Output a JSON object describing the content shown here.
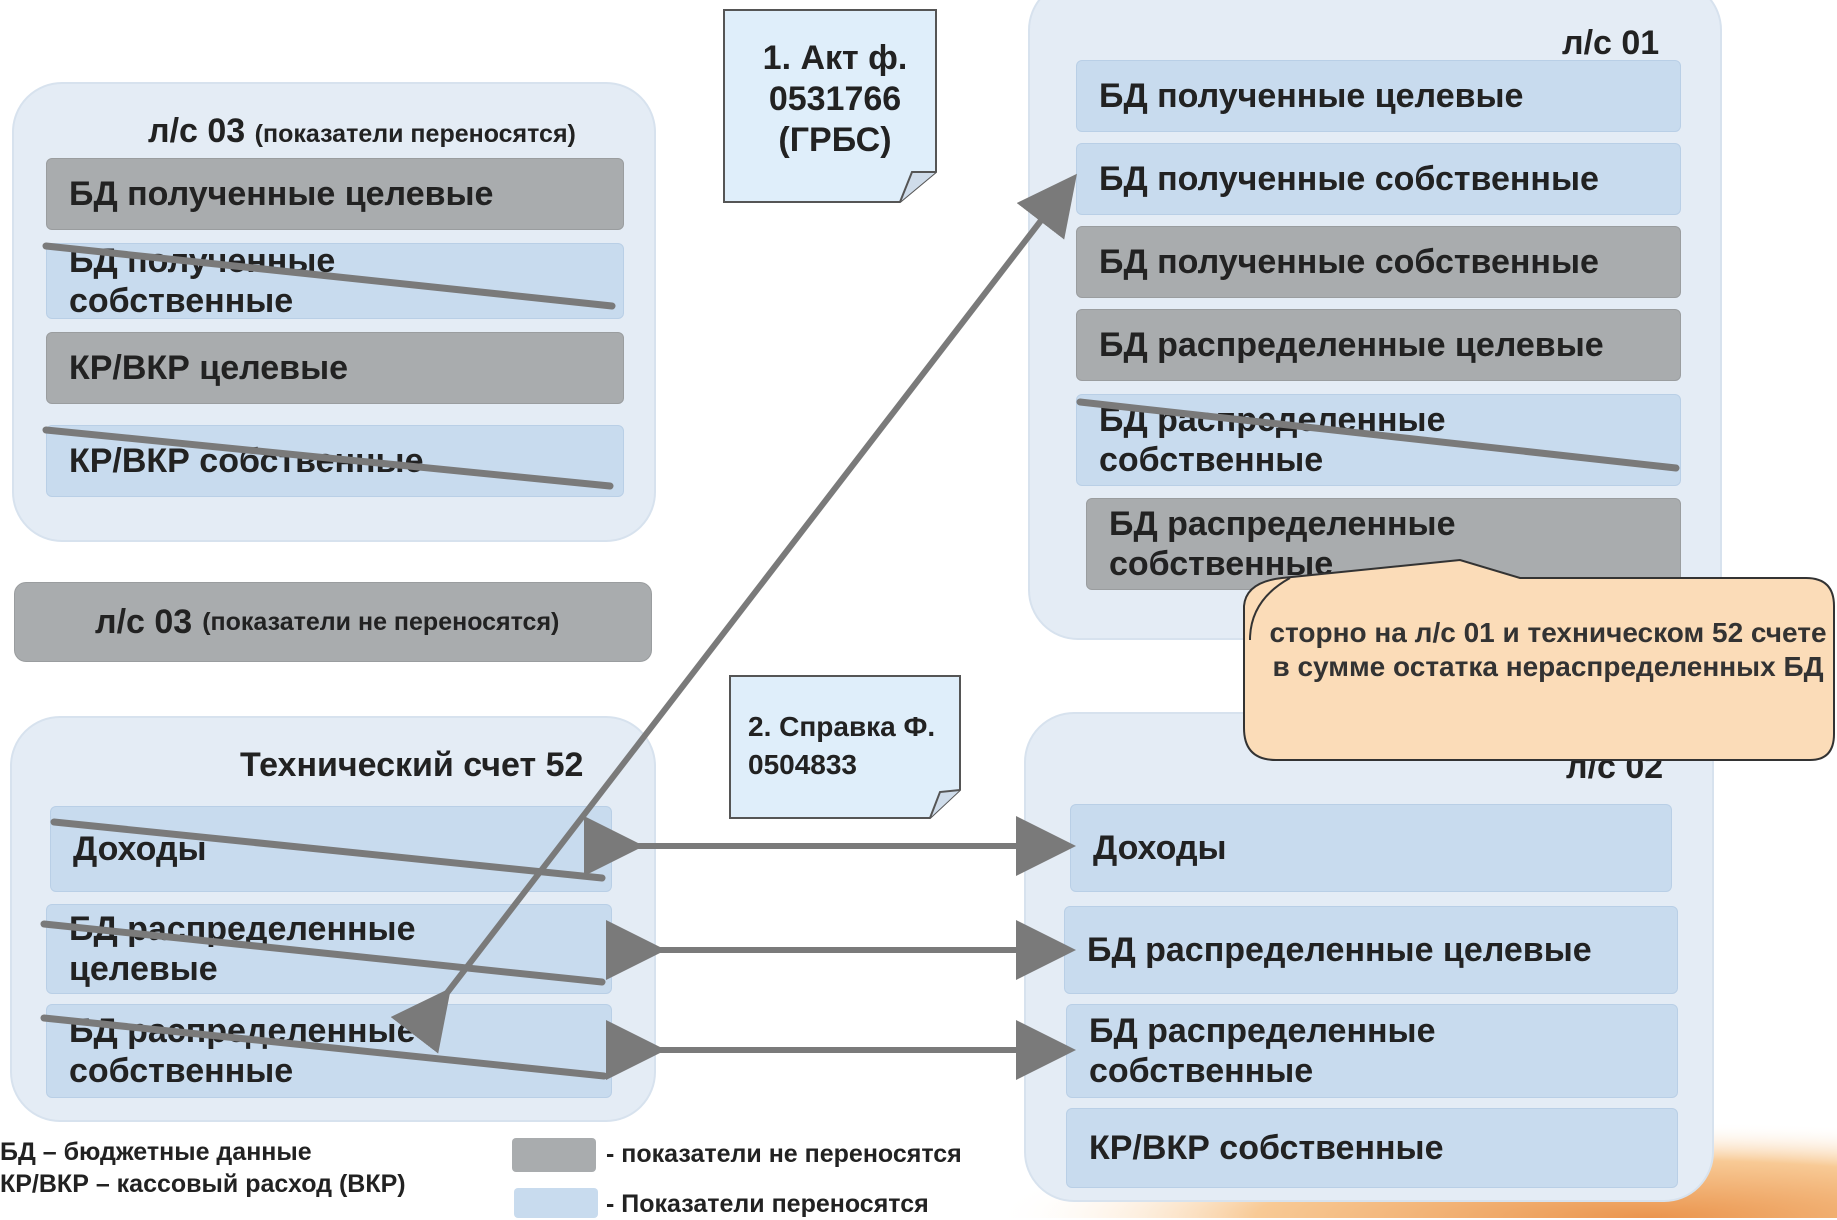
{
  "header_fragment": "",
  "notes": {
    "act": "1. Акт ф. 0531766 (ГРБС)",
    "spravka": "2. Справка Ф. 0504833"
  },
  "panels": {
    "ls03_top": {
      "title": "л/с 03",
      "subtitle": "(показатели  переносятся)",
      "items": [
        {
          "label": "БД полученные целевые",
          "state": "not_transferred"
        },
        {
          "label": "БД полученные собственные",
          "state": "struck"
        },
        {
          "label": "КР/ВКР целевые",
          "state": "not_transferred"
        },
        {
          "label": "КР/ВКР собственные",
          "state": "struck"
        }
      ]
    },
    "ls03_bottom": {
      "title": "л/с 03",
      "subtitle": "(показатели не переносятся)"
    },
    "tech52": {
      "title": "Технический счет 52",
      "items": [
        {
          "label": "Доходы",
          "state": "struck"
        },
        {
          "label": "БД распределенные целевые",
          "state": "struck"
        },
        {
          "label": "БД распределенные собственные",
          "state": "struck"
        }
      ]
    },
    "ls01": {
      "title": "л/с 01",
      "items": [
        {
          "label": "БД полученные целевые",
          "state": "transferred"
        },
        {
          "label": "БД полученные собственные",
          "state": "transferred"
        },
        {
          "label": "БД полученные собственные",
          "state": "not_transferred"
        },
        {
          "label": "БД распределенные целевые",
          "state": "not_transferred"
        },
        {
          "label": "БД распределенные собственные",
          "state": "struck"
        },
        {
          "label": "БД распределенные собственные",
          "state": "not_transferred"
        }
      ]
    },
    "ls02": {
      "title": "л/с 02",
      "items": [
        {
          "label": "Доходы",
          "state": "transferred"
        },
        {
          "label": "БД распределенные целевые",
          "state": "transferred"
        },
        {
          "label": "БД распределенные собственные",
          "state": "transferred"
        },
        {
          "label": "КР/ВКР собственные",
          "state": "transferred"
        }
      ]
    }
  },
  "callout": {
    "text": "сторно на л/с 01 и техническом 52 счете в сумме остатка нераспределенных БД"
  },
  "legend": {
    "abbrev_bd": "БД – бюджетные данные",
    "abbrev_kr": "КР/ВКР – кассовый расход (ВКР)",
    "not_transferred": "- показатели не переносятся",
    "transferred": "- Показатели переносятся"
  },
  "colors": {
    "blue_bar": "#c8dbee",
    "gray_bar": "#a9acae",
    "panel_bg": "#e4ecf5",
    "callout_bg": "#fbdcb8",
    "arrow": "#7a7a7a",
    "accent_orange": "#f39a3c"
  }
}
